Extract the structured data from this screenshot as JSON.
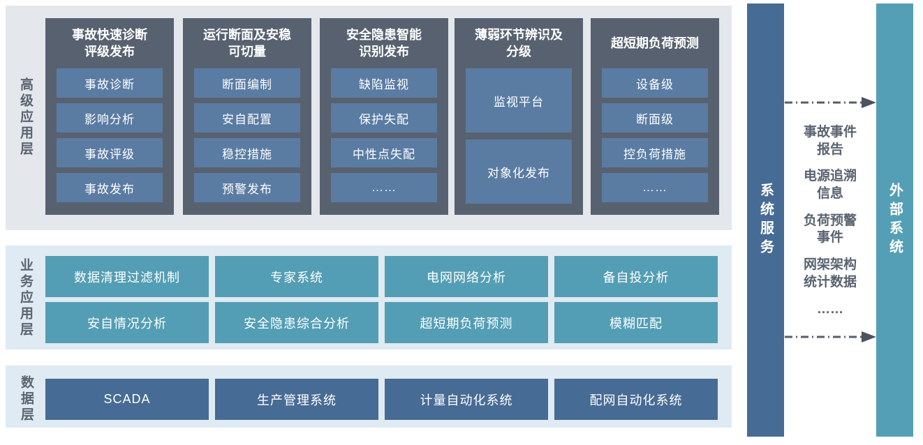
{
  "layers": {
    "advanced": {
      "label": "高级应用层",
      "columns": [
        {
          "title": "事故快速诊断\n评级发布",
          "items": [
            "事故诊断",
            "影响分析",
            "事故评级",
            "事故发布"
          ]
        },
        {
          "title": "运行断面及安稳\n可切量",
          "items": [
            "断面编制",
            "安自配置",
            "稳控措施",
            "预警发布"
          ]
        },
        {
          "title": "安全隐患智能\n识别发布",
          "items": [
            "缺陷监视",
            "保护失配",
            "中性点失配",
            "……"
          ]
        },
        {
          "title": "薄弱环节辨识及\n分级",
          "items": [
            "监视平台",
            "对象化发布"
          ]
        },
        {
          "title": "超短期负荷预测",
          "items": [
            "设备级",
            "断面级",
            "控负荷措施",
            "……"
          ]
        }
      ]
    },
    "business": {
      "label": "业务应用层",
      "rows": [
        [
          "数据清理过滤机制",
          "专家系统",
          "电网网络分析",
          "备自投分析"
        ],
        [
          "安自情况分析",
          "安全隐患综合分析",
          "超短期负荷预测",
          "模糊匹配"
        ]
      ]
    },
    "data": {
      "label": "数据层",
      "items": [
        "SCADA",
        "生产管理系统",
        "计量自动化系统",
        "配网自动化系统"
      ]
    }
  },
  "right": {
    "system_service_label": "系统服务",
    "external_system_label": "外部系统",
    "exchange_items": [
      "事故事件\n报告",
      "电源追溯\n信息",
      "负荷预警\n事件",
      "网架架构\n统计数据",
      "……"
    ]
  },
  "colors": {
    "advanced_panel": "#E4E7EC",
    "light_panel": "#DFEAF2",
    "column_bg": "#57616F",
    "column_item": "#5A7CA3",
    "teal_button": "#539EB4",
    "dark_blue_button": "#466B94",
    "system_bar": "#466B94",
    "external_bar": "#549FB5",
    "label_text": "#5A6472",
    "arrow": "#565E69"
  }
}
